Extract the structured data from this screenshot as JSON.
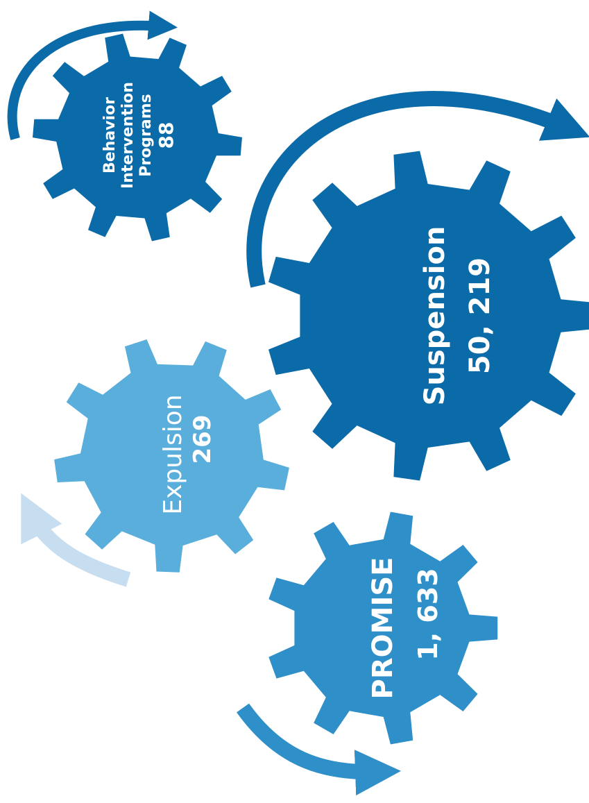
{
  "colors": {
    "dark_gear": "#0b6aa8",
    "medium_gear": "#2f8fc9",
    "light_gear": "#5aaedb",
    "faded_arrow": "#c7def0",
    "label_text": "#ffffff"
  },
  "gears": {
    "behavior": {
      "line1": "Behavior",
      "line2": "Intervention",
      "line3": "Programs",
      "value": "88"
    },
    "suspension": {
      "label": "Suspension",
      "value": "50, 219"
    },
    "expulsion": {
      "label": "Expulsion",
      "value": "269"
    },
    "promise": {
      "label": "PROMISE",
      "value": "1, 633"
    }
  }
}
